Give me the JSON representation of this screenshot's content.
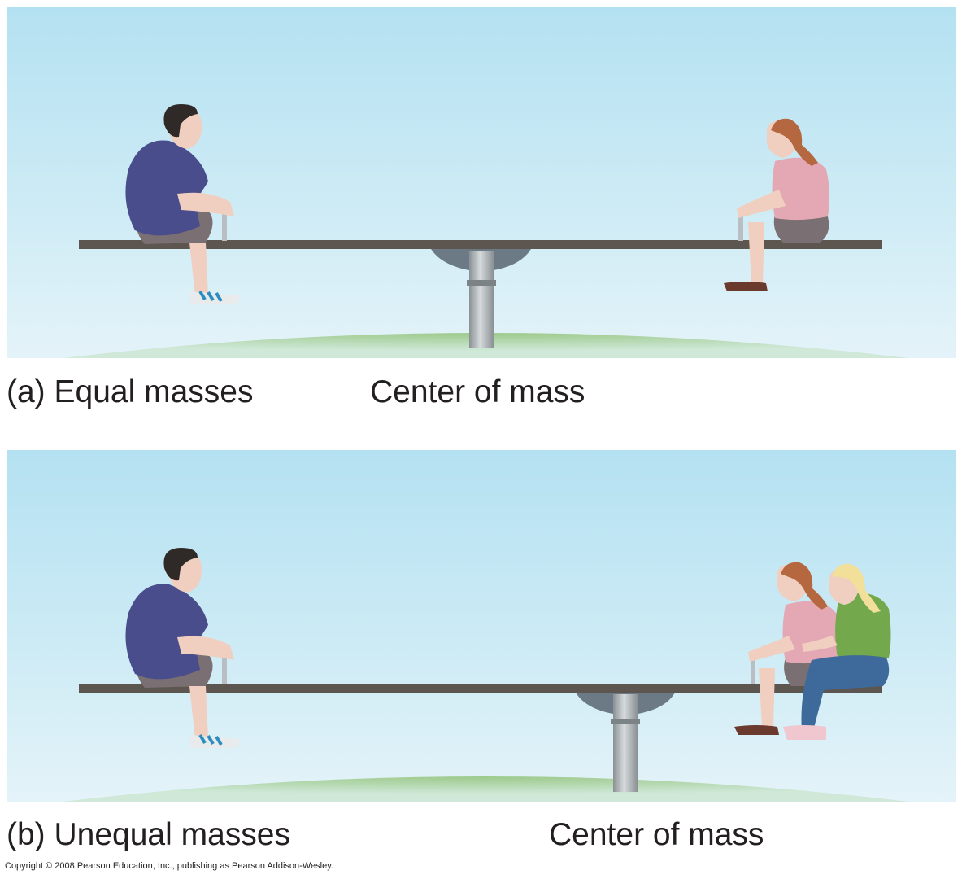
{
  "panel_a": {
    "caption": "(a) Equal masses",
    "center_label": "Center of mass"
  },
  "panel_b": {
    "caption": "(b) Unequal masses",
    "center_label": "Center of mass"
  },
  "copyright": "Copyright © 2008 Pearson Education, Inc., publishing as Pearson Addison-Wesley.",
  "colors": {
    "sky": "#b4e1f1",
    "grass": "#9cc98a",
    "board": "#5d5650",
    "pivot": "#a6acb0",
    "boy_shirt": "#4a4d8c",
    "girl_shirt": "#e3a8b4",
    "blonde_shirt": "#74a84c",
    "jeans": "#3d6a9a"
  }
}
